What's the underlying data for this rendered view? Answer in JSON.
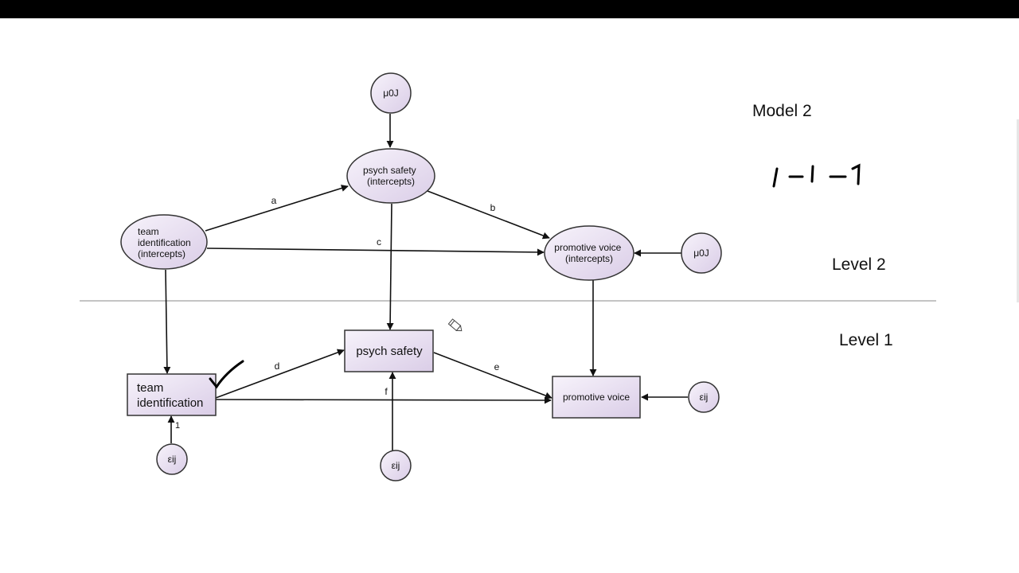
{
  "diagram": {
    "model_title": "Model 2",
    "model_notation": "1-1-1",
    "level2_label": "Level 2",
    "level1_label": "Level 1",
    "nodes": {
      "mu_top": [
        "μ0J"
      ],
      "psych_safety_intercepts": [
        "psych safety",
        "(intercepts)"
      ],
      "team_id_intercepts": [
        "team",
        "identification",
        "(intercepts)"
      ],
      "promotive_voice_intercepts": [
        "promotive voice",
        "(intercepts)"
      ],
      "mu_right": [
        "μ0J"
      ],
      "psych_safety": [
        "psych safety"
      ],
      "team_id": [
        "team",
        "identification"
      ],
      "promotive_voice": [
        "promotive voice"
      ],
      "eps_left": [
        "εij"
      ],
      "eps_mid": [
        "εij"
      ],
      "eps_right": [
        "εij"
      ]
    },
    "paths": {
      "a": "a",
      "b": "b",
      "c": "c",
      "d": "d",
      "e": "e",
      "f": "f",
      "fixed_one": "1"
    }
  },
  "colors": {
    "node_fill_light": "#f6f2fa",
    "node_fill_dark": "#dccfe8",
    "stroke": "#333333",
    "divider": "#888888"
  }
}
